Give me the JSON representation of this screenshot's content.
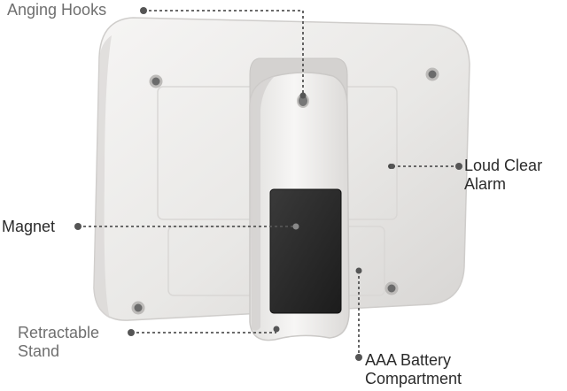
{
  "callouts": {
    "hanging_hooks": {
      "text": "Anging Hooks"
    },
    "loud_clear_alarm": {
      "line1": "Loud Clear",
      "line2": "Alarm"
    },
    "magnet": {
      "text": "Magnet"
    },
    "retractable_stand": {
      "line1": "Retractable",
      "line2": "Stand"
    },
    "battery_compartment": {
      "line1": "AAA Battery",
      "line2": "Compartment"
    }
  },
  "colors": {
    "body": "#ecebea",
    "stand": "#f1f0ef",
    "magnet": "#2a2a2a",
    "leader": "#555555",
    "label_dark": "#2b2b2b",
    "label_grey": "#6f6f6f"
  }
}
